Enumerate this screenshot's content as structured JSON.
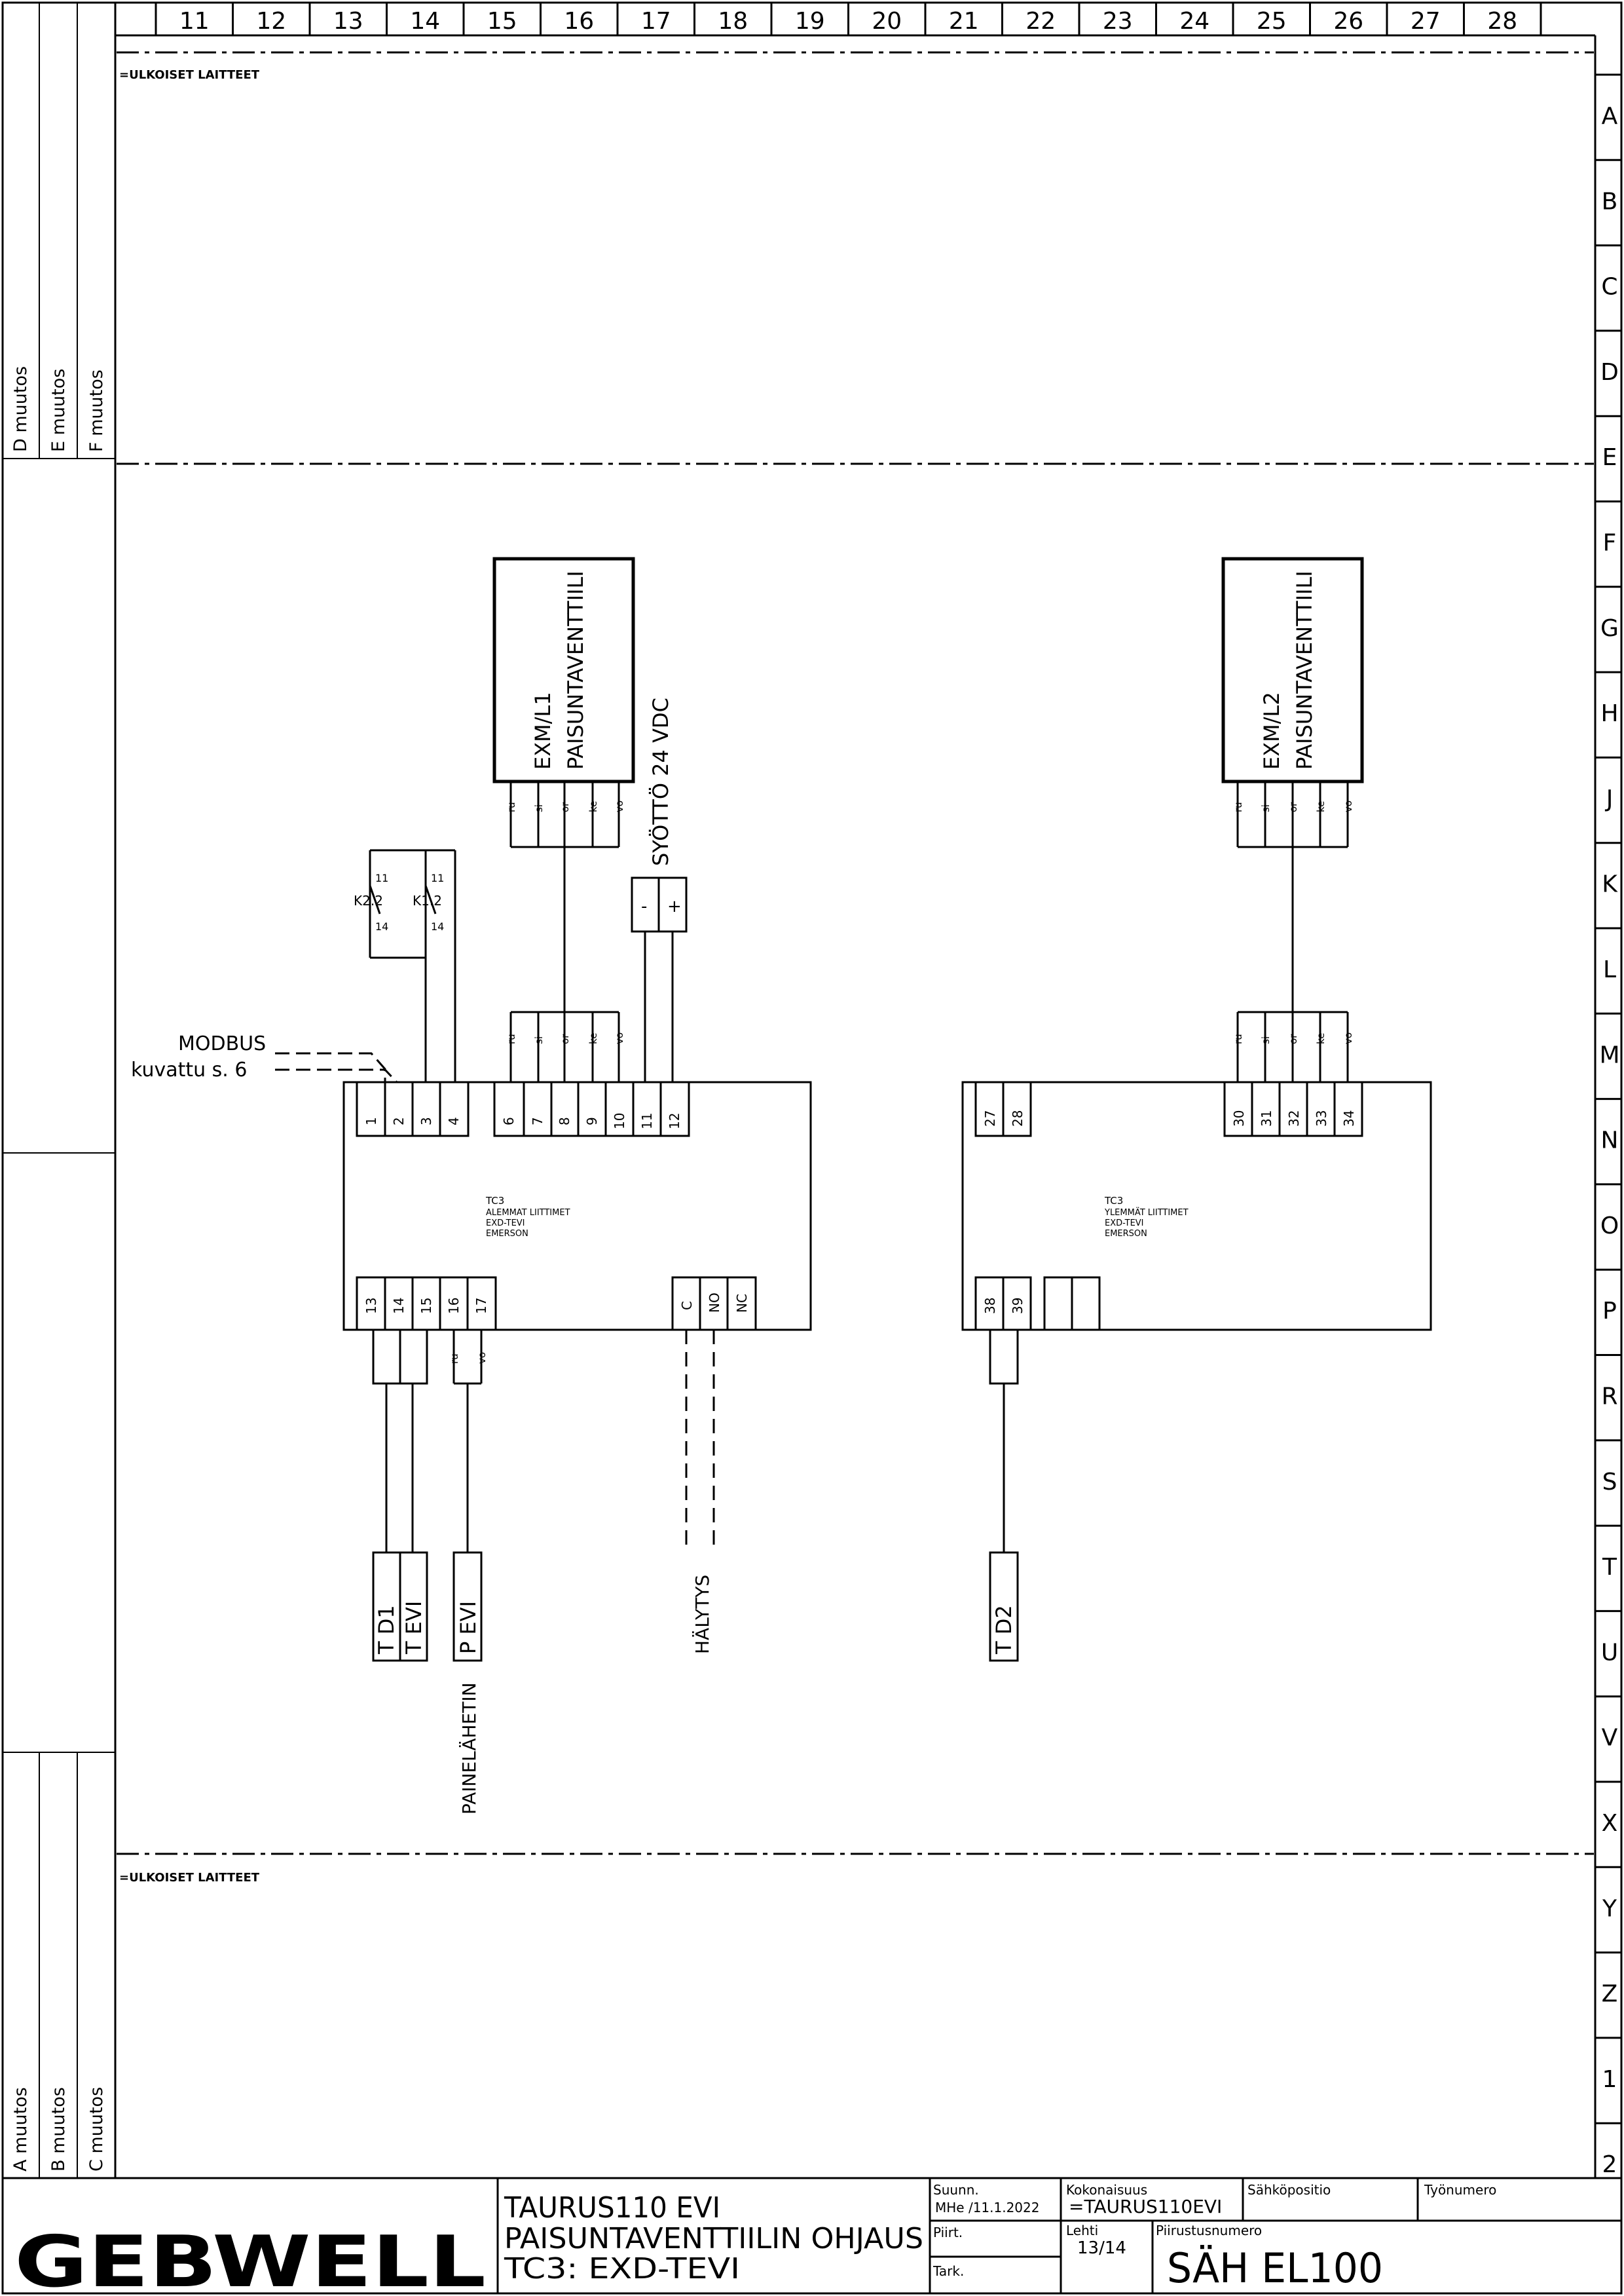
{
  "grid": {
    "columns": [
      "11",
      "12",
      "13",
      "14",
      "15",
      "16",
      "17",
      "18",
      "19",
      "20",
      "21",
      "22",
      "23",
      "24",
      "25",
      "26",
      "27",
      "28"
    ],
    "rows": [
      "A",
      "B",
      "C",
      "D",
      "E",
      "F",
      "G",
      "H",
      "J",
      "K",
      "L",
      "M",
      "N",
      "O",
      "P",
      "R",
      "S",
      "T",
      "U",
      "V",
      "X",
      "Y",
      "Z",
      "1",
      "2"
    ]
  },
  "revisions": {
    "upper": [
      "D muutos",
      "E muutos",
      "F muutos"
    ],
    "lower": [
      "A muutos",
      "B muutos",
      "C muutos"
    ]
  },
  "zones": {
    "top_label": "=ULKOISET LAITTEET",
    "bottom_label": "=ULKOISET LAITTEET"
  },
  "devices": {
    "valve1": {
      "line1": "EXM/L1",
      "line2": "PAISUNTAVENTTIILI"
    },
    "valve2": {
      "line1": "EXM/L2",
      "line2": "PAISUNTAVENTTIILI"
    },
    "wire_colors": [
      "ru",
      "si",
      "or",
      "ke",
      "vo"
    ],
    "supply": {
      "label": "SYÖTTÖ 24 VDC",
      "minus": "-",
      "plus": "+"
    },
    "relay_k22": {
      "name": "K2.2",
      "t1": "11",
      "t2": "14"
    },
    "relay_k12": {
      "name": "K1.2",
      "t1": "11",
      "t2": "14"
    },
    "modbus": {
      "line1": "MODBUS",
      "line2": "kuvattu s. 6"
    },
    "controller_left": {
      "lines": [
        "TC3",
        "ALEMMAT LIITTIMET",
        "EXD-TEVI",
        "EMERSON"
      ],
      "top_terminals": [
        "1",
        "2",
        "3",
        "4",
        "6",
        "7",
        "8",
        "9",
        "10",
        "11",
        "12"
      ],
      "bottom_terminals": [
        "13",
        "14",
        "15",
        "16",
        "17"
      ],
      "alarm_terminals": [
        "C",
        "NO",
        "NC"
      ]
    },
    "controller_right": {
      "lines": [
        "TC3",
        "YLEMMÄT LIITTIMET",
        "EXD-TEVI",
        "EMERSON"
      ],
      "top_terminals_a": [
        "27",
        "28"
      ],
      "top_terminals_b": [
        "30",
        "31",
        "32",
        "33",
        "34"
      ],
      "bottom_terminals": [
        "38",
        "39"
      ]
    },
    "pressure_wires": [
      "ru",
      "vo"
    ],
    "sensors": {
      "td1": "T D1",
      "tevi": "T EVI",
      "pevi": "P EVI",
      "td2": "T D2"
    },
    "pressure_transmitter": "PAINELÄHETIN",
    "alarm": "HÄLYTYS"
  },
  "title_block": {
    "logo": "GEBWELL",
    "title1": "TAURUS110 EVI",
    "title2": "PAISUNTAVENTTIILIN OHJAUS",
    "title3": "TC3:  EXD-TEVI",
    "suunn_label": "Suunn.",
    "suunn_value": "MHe /11.1.2022",
    "piirt_label": "Piirt.",
    "tark_label": "Tark.",
    "kokonaisuus_label": "Kokonaisuus",
    "kokonaisuus_value": "=TAURUS110EVI",
    "sahkopositio_label": "Sähköpositio",
    "tyonumero_label": "Työnumero",
    "lehti_label": "Lehti",
    "lehti_value": "13/14",
    "piirustusnumero_label": "Piirustusnumero",
    "drawing_number": "SÄH EL100"
  }
}
